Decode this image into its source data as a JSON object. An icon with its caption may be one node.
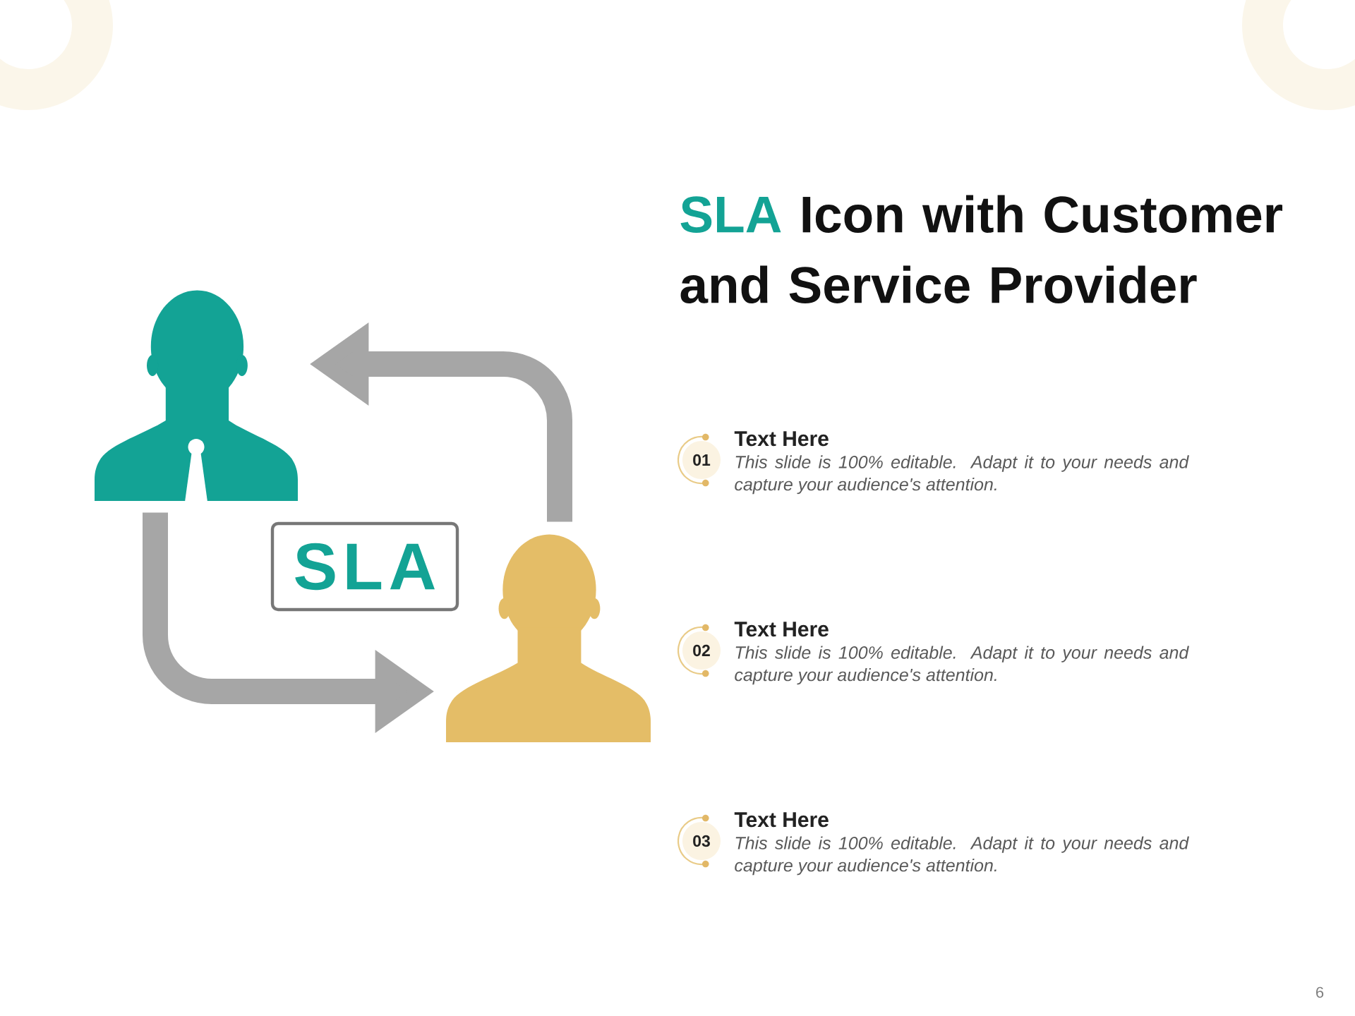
{
  "diagram": {
    "title": "SLA Icon with Customer and Service Provider",
    "nodes": [
      {
        "text": [],
        "shape": "person"
      },
      {
        "text": [
          "SLA"
        ]
      },
      {
        "text": [],
        "shape": "person"
      },
      {
        "text": [
          "01"
        ],
        "beside": [
          "Text Here",
          "This slide is 100% editable. Adapt it to your needs and capture your audience's attention."
        ]
      },
      {
        "text": [
          "02"
        ],
        "beside": [
          "Text Here",
          "This slide is 100% editable. Adapt it to your needs and capture your audience's attention."
        ]
      },
      {
        "text": [
          "03"
        ],
        "beside": [
          "Text Here",
          "This slide is 100% editable. Adapt it to your needs and capture your audience's attention."
        ]
      }
    ],
    "edges": [
      {
        "from": 2,
        "to": 0,
        "arrow": "to"
      },
      {
        "from": 0,
        "to": 2,
        "arrow": "to"
      }
    ],
    "labels": [
      "6"
    ]
  }
}
